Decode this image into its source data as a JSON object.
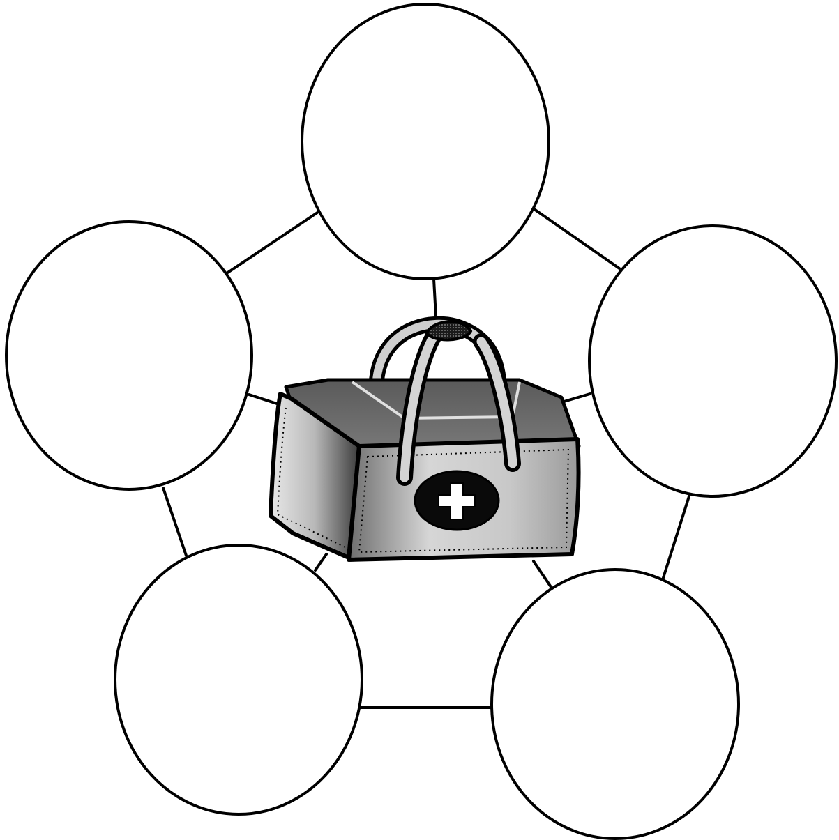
{
  "diagram": {
    "type": "five-node web diagram",
    "center_image": "medical-bag-icon",
    "node_count": 5,
    "nodes": [
      {
        "id": "top",
        "text": ""
      },
      {
        "id": "upper-right",
        "text": ""
      },
      {
        "id": "lower-right",
        "text": ""
      },
      {
        "id": "lower-left",
        "text": ""
      },
      {
        "id": "upper-left",
        "text": ""
      }
    ],
    "colors": {
      "line": "#000000",
      "background": "#ffffff",
      "bag_dark": "#4a4a4a",
      "bag_mid": "#8c8c8c",
      "bag_light": "#d9d9d9"
    }
  }
}
